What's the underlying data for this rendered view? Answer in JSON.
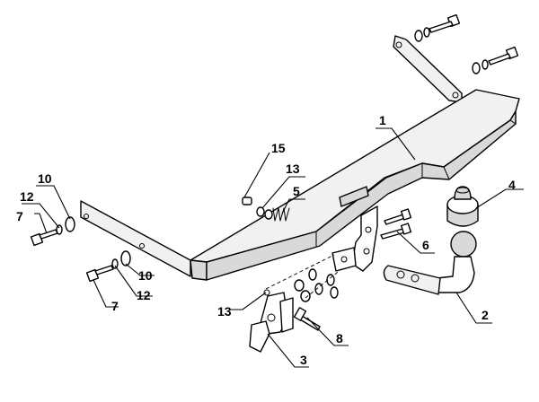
{
  "diagram": {
    "labels": {
      "l1": "1",
      "l2": "2",
      "l3": "3",
      "l4": "4",
      "l5": "5",
      "l6": "6",
      "l7_left": "7",
      "l7_bottom": "7",
      "l8": "8",
      "l10_left": "10",
      "l10_bottom": "10",
      "l12_left": "12",
      "l12_bottom": "12",
      "l13_top": "13",
      "l13_bottom": "13",
      "l15": "15"
    }
  }
}
